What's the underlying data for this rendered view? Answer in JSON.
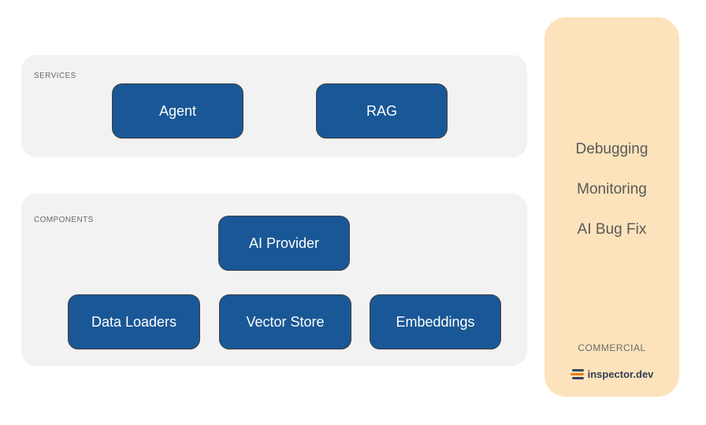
{
  "colors": {
    "node_fill": "#1a5796",
    "node_border": "#3f3f3f",
    "panel_background": "#f2f2f2",
    "sidebar_background": "#fde3bb",
    "node_text": "#ffffff",
    "sidebar_text": "#595959",
    "label_text": "#6b6b6b",
    "logo_navy": "#344563",
    "logo_orange": "#ef7a1a"
  },
  "services": {
    "label": "SERVICES",
    "nodes": [
      {
        "label": "Agent"
      },
      {
        "label": "RAG"
      }
    ]
  },
  "components": {
    "label": "COMPONENTS",
    "provider_node": {
      "label": "AI Provider"
    },
    "nodes": [
      {
        "label": "Data Loaders"
      },
      {
        "label": "Vector Store"
      },
      {
        "label": "Embeddings"
      }
    ]
  },
  "sidebar": {
    "features": [
      {
        "label": "Debugging"
      },
      {
        "label": "Monitoring"
      },
      {
        "label": "AI Bug Fix"
      }
    ],
    "tier_label": "COMMERCIAL",
    "brand": "inspector.dev",
    "logo_icon": "three-bars-icon"
  }
}
